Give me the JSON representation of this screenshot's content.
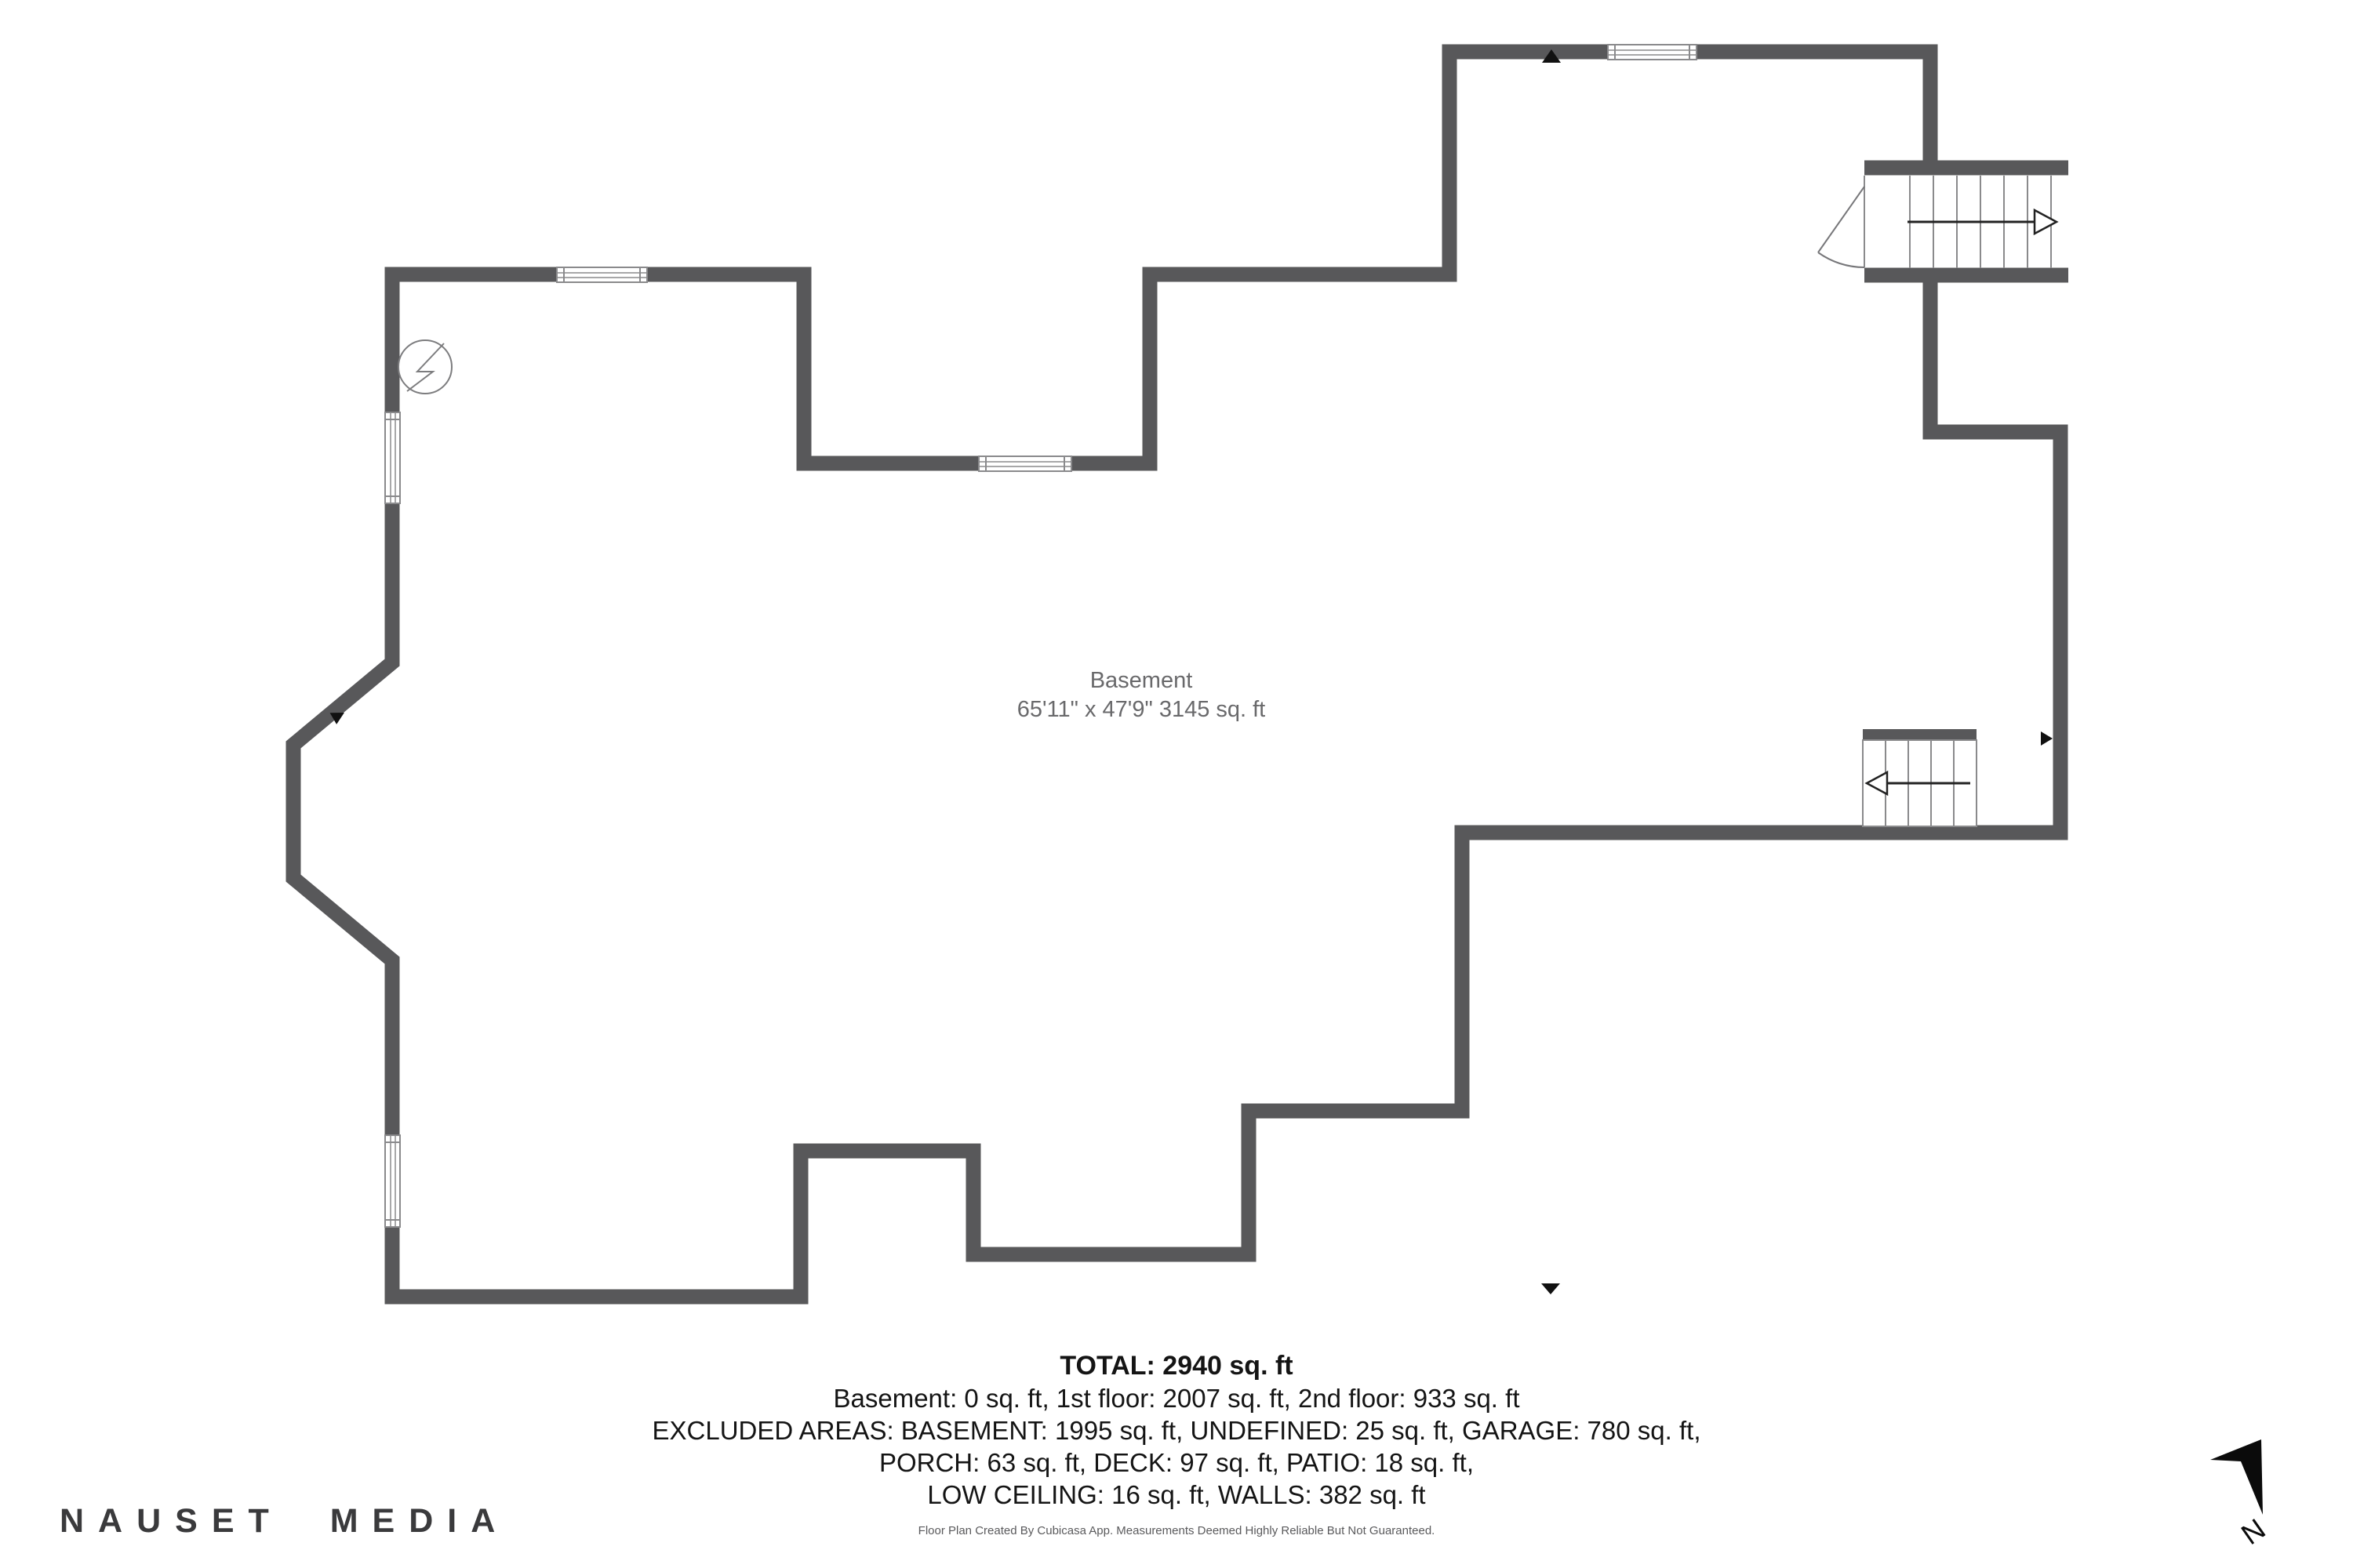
{
  "floor_plan": {
    "wall_color": "#58585a",
    "thin_line_color": "#8a8a8c",
    "room_label": {
      "name": "Basement",
      "dimensions": "65'11\" x 47'9\" 3145 sq. ft"
    },
    "icons": {
      "electrical_panel": "circle-with-lightning-bolt",
      "staircase_upper": "straight-stairs-arrow-right-with-door-swing",
      "staircase_lower": "straight-stairs-arrow-left",
      "window": "double-line-wall-opening",
      "entrance_marker": "small-black-triangle",
      "north_arrow": "black-compass-dart"
    }
  },
  "summary": {
    "total": "TOTAL: 2940 sq. ft",
    "floors": "Basement: 0 sq. ft, 1st floor: 2007 sq. ft, 2nd floor: 933 sq. ft",
    "excluded_line1": "EXCLUDED AREAS: BASEMENT: 1995 sq. ft, UNDEFINED: 25 sq. ft, GARAGE: 780 sq. ft,",
    "excluded_line2": "PORCH: 63 sq. ft, DECK: 97 sq. ft, PATIO: 18 sq. ft,",
    "excluded_line3": "LOW CEILING: 16 sq. ft, WALLS: 382 sq. ft",
    "disclaimer": "Floor Plan Created By Cubicasa App. Measurements Deemed Highly Reliable But Not Guaranteed."
  },
  "branding": {
    "name": "NAUSET MEDIA"
  },
  "compass": {
    "label": "N"
  }
}
